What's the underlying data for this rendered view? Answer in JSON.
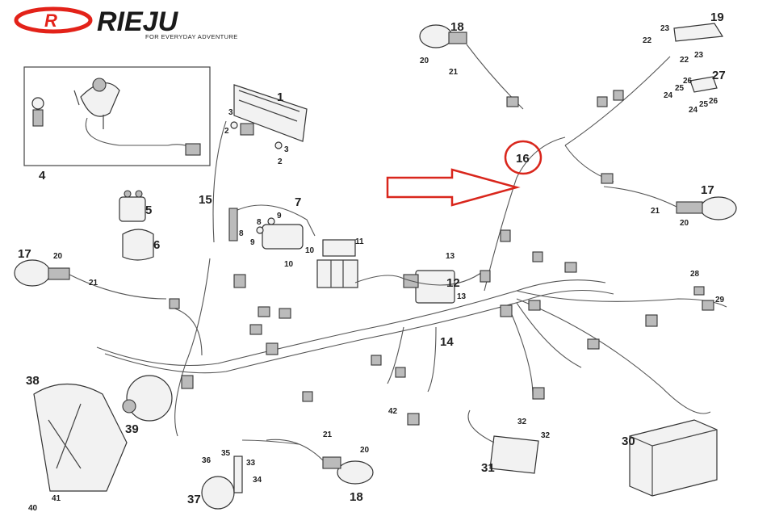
{
  "brand": {
    "name": "RIEJU",
    "tagline": "FOR EVERYDAY ADVENTURE",
    "accent_color": "#e32219"
  },
  "highlight": {
    "part_number": "16",
    "circle_color": "#d9261c",
    "arrow_color": "#d9261c"
  },
  "parts": {
    "p1": "1",
    "p2a": "2",
    "p2b": "2",
    "p3a": "3",
    "p3b": "3",
    "p4": "4",
    "p5": "5",
    "p6": "6",
    "p7": "7",
    "p8a": "8",
    "p8b": "8",
    "p9a": "9",
    "p9b": "9",
    "p10a": "10",
    "p10b": "10",
    "p11": "11",
    "p12": "12",
    "p13a": "13",
    "p13b": "13",
    "p14": "14",
    "p15": "15",
    "p17a": "17",
    "p17b": "17",
    "p18a": "18",
    "p18b": "18",
    "p19": "19",
    "p20a": "20",
    "p20b": "20",
    "p20c": "20",
    "p20d": "20",
    "p21a": "21",
    "p21b": "21",
    "p21c": "21",
    "p21d": "21",
    "p22a": "22",
    "p22b": "22",
    "p23a": "23",
    "p23b": "23",
    "p24a": "24",
    "p24b": "24",
    "p25a": "25",
    "p25b": "25",
    "p26a": "26",
    "p26b": "26",
    "p27": "27",
    "p28": "28",
    "p29": "29",
    "p30": "30",
    "p31": "31",
    "p32a": "32",
    "p32b": "32",
    "p33": "33",
    "p34": "34",
    "p35": "35",
    "p36": "36",
    "p37": "37",
    "p38": "38",
    "p39": "39",
    "p40": "40",
    "p41": "41",
    "p42": "42"
  }
}
